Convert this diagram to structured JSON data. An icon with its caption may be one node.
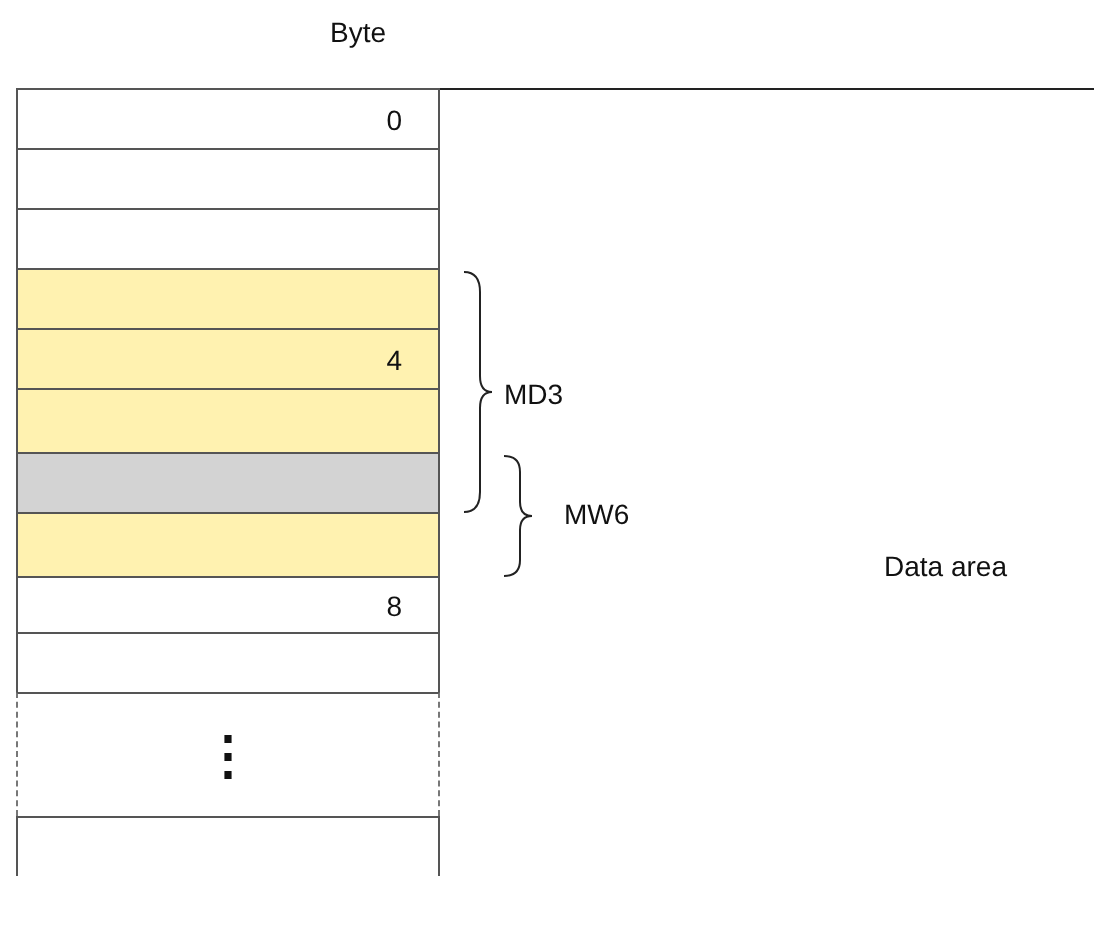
{
  "diagram": {
    "nodes": [
      {
        "text": [
          "0"
        ]
      },
      {
        "text": [],
        "shape": "box"
      },
      {
        "text": [],
        "shape": "box"
      },
      {
        "text": [],
        "shape": "box"
      },
      {
        "text": [
          "4"
        ]
      },
      {
        "text": [],
        "shape": "box"
      },
      {
        "text": [],
        "shape": "box"
      },
      {
        "text": [],
        "shape": "box"
      },
      {
        "text": [
          "8"
        ]
      },
      {
        "text": [],
        "shape": "box"
      },
      {
        "text": [
          "⋮"
        ]
      },
      {
        "text": [],
        "shape": "box"
      }
    ],
    "labels": [
      "Byte",
      "MD3",
      "MW6",
      "Data area"
    ]
  }
}
